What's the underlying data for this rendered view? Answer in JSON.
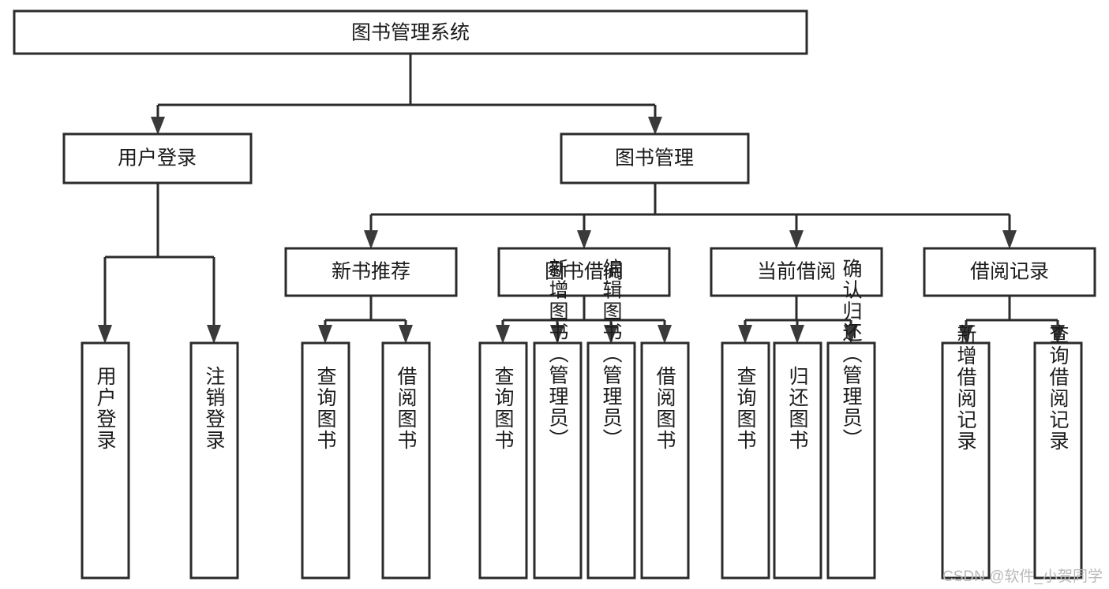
{
  "diagram": {
    "type": "tree-hierarchy",
    "title": "图书管理系统",
    "orientation": "top-down",
    "watermark": "CSDN @软件_小贺同学",
    "colors": {
      "stroke": "#2b2b2b",
      "fill": "#ffffff",
      "text": "#1b1b1b",
      "watermark": "#b9b9b9"
    },
    "levels": [
      {
        "level": 1,
        "nodes": [
          {
            "id": "root",
            "label": "图书管理系统"
          }
        ]
      },
      {
        "level": 2,
        "nodes": [
          {
            "id": "login",
            "label": "用户登录",
            "parent": "root"
          },
          {
            "id": "bookmgmt",
            "label": "图书管理",
            "parent": "root"
          }
        ]
      },
      {
        "level": 3,
        "nodes": [
          {
            "id": "newbook",
            "label": "新书推荐",
            "parent": "bookmgmt"
          },
          {
            "id": "borrow",
            "label": "图书借阅",
            "parent": "bookmgmt"
          },
          {
            "id": "current",
            "label": "当前借阅",
            "parent": "bookmgmt"
          },
          {
            "id": "record",
            "label": "借阅记录",
            "parent": "bookmgmt"
          }
        ]
      },
      {
        "level": 4,
        "nodes": [
          {
            "id": "leaf1",
            "label": "用户登录",
            "parent": "login"
          },
          {
            "id": "leaf2",
            "label": "注销登录",
            "parent": "login"
          },
          {
            "id": "leaf3",
            "label": "查询图书",
            "parent": "newbook"
          },
          {
            "id": "leaf4",
            "label": "借阅图书",
            "parent": "newbook"
          },
          {
            "id": "leaf5",
            "label": "查询图书",
            "parent": "borrow"
          },
          {
            "id": "leaf6",
            "label": "新增图书（管理员）",
            "parent": "borrow"
          },
          {
            "id": "leaf7",
            "label": "编辑图书（管理员）",
            "parent": "borrow"
          },
          {
            "id": "leaf8",
            "label": "借阅图书",
            "parent": "borrow"
          },
          {
            "id": "leaf9",
            "label": "查询图书",
            "parent": "current"
          },
          {
            "id": "leaf10",
            "label": "归还图书",
            "parent": "current"
          },
          {
            "id": "leaf11",
            "label": "确认归还（管理员）",
            "parent": "current"
          },
          {
            "id": "leaf12",
            "label": "新增借阅记录",
            "parent": "record"
          },
          {
            "id": "leaf13",
            "label": "查询借阅记录",
            "parent": "record"
          }
        ]
      }
    ]
  }
}
